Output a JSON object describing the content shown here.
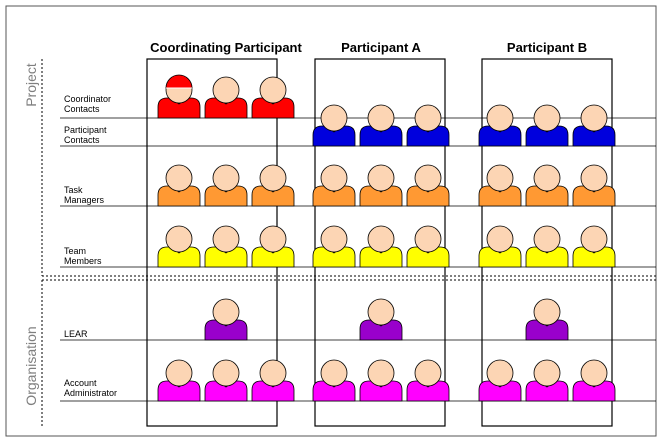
{
  "columns": [
    {
      "title": "Coordinating Participant"
    },
    {
      "title": "Participant A"
    },
    {
      "title": "Participant B"
    }
  ],
  "sections": {
    "project": "Project",
    "organisation": "Organisation"
  },
  "rows": [
    {
      "id": "coordinator-contacts",
      "label_lines": [
        "Coordinator",
        "Contacts"
      ],
      "color": "#ff0000",
      "counts": [
        3,
        0,
        0
      ],
      "cap_on_first": true
    },
    {
      "id": "participant-contacts",
      "label_lines": [
        "Participant",
        "Contacts"
      ],
      "color": "#0000dd",
      "counts": [
        0,
        3,
        3
      ]
    },
    {
      "id": "task-managers",
      "label_lines": [
        "Task",
        "Managers"
      ],
      "color": "#ff9933",
      "counts": [
        3,
        3,
        3
      ]
    },
    {
      "id": "team-members",
      "label_lines": [
        "Team",
        "Members"
      ],
      "color": "#ffff00",
      "counts": [
        3,
        3,
        3
      ]
    },
    {
      "id": "lear",
      "label_lines": [
        "LEAR"
      ],
      "color": "#9900cc",
      "counts": [
        1,
        1,
        1
      ]
    },
    {
      "id": "account-administrator",
      "label_lines": [
        "Account",
        "Administrator"
      ],
      "color": "#ff00ff",
      "counts": [
        3,
        3,
        3
      ]
    }
  ],
  "colors": {
    "skin": "#fcd5b4",
    "cap": "#ff0000",
    "section_text": "#7f7f7f",
    "line": "#000000"
  }
}
